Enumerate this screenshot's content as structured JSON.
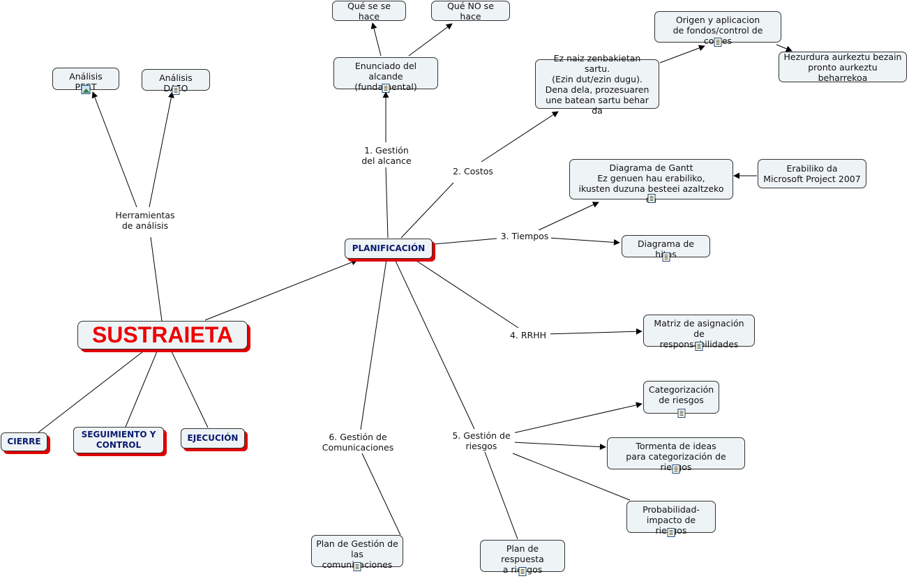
{
  "root": {
    "label": "SUSTRAIETA"
  },
  "phases": {
    "planificacion": "PLANIFICACIÓN",
    "cierre": "CIERRE",
    "seguimiento": "SEGUIMIENTO Y\nCONTROL",
    "ejecucion": "EJECUCIÓN"
  },
  "linking_phrases": {
    "herramientas": "Herramientas\nde análisis",
    "alcance": "1. Gestión\ndel alcance",
    "costos": "2. Costos",
    "tiempos": "3. Tiempos",
    "rrhh": "4. RRHH",
    "riesgos": "5. Gestión de\nriesgos",
    "comunicaciones": "6. Gestión de\nComunicaciones"
  },
  "concepts": {
    "pest": "Análisis PEST",
    "dafo": "Análisis DAFO",
    "que_se_hace": "Qué se se hace",
    "que_no_se_hace": "Qué NO se hace",
    "enunciado": "Enunciado del alcande\n(fundamental)",
    "origen": "Origen y aplicacion\nde fondos/control de costes",
    "hezurdura": "Hezurdura aurkeztu bezain\npronto aurkeztu beharrekoa",
    "ez_naiz": "Ez naiz zenbakietan sartu.\n(Ezin dut/ezin dugu).\nDena dela, prozesuaren\nune batean sartu behar da",
    "gantt": "Diagrama de Gantt\nEz genuen hau erabiliko,\nikusten duzuna besteei azaltzeko da",
    "erabiliko": "Erabiliko da\nMicrosoft Project 2007",
    "hitos": "Diagrama de hitos",
    "matriz": "Matriz de asignación de\nresponsabilidades",
    "categorizacion": "Categorización\nde riesgos",
    "tormenta": "Tormenta de ideas\npara categorización de riesgos",
    "probabilidad": "Probabilidad-\nimpacto de riesgos",
    "plan_respuesta": "Plan de respuesta\na riesgos",
    "plan_comunicaciones": "Plan de Gestión de\nlas comunicaciones"
  },
  "icons": {
    "document": "document-icon",
    "image": "image-icon"
  },
  "colors": {
    "root_text": "#ee0000",
    "phase_text": "#0a1a6e",
    "shadow": "#e00000",
    "node_fill": "#eef3f6"
  }
}
